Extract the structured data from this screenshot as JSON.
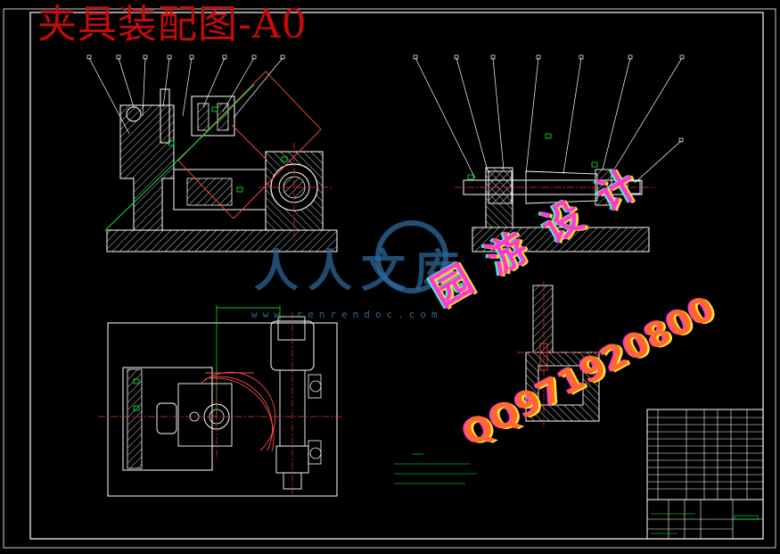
{
  "drawing": {
    "title": "夹具装配图-A0"
  },
  "watermark": {
    "brand": "人人文库",
    "url": "www.renrendoc.com"
  },
  "stamp": {
    "line1": "园 游 设 计",
    "line2": "QQ971920800"
  },
  "colors": {
    "background": "#000000",
    "frame": "#ffffff",
    "title": "#c40c0c",
    "part_outline": "#ffffff",
    "hatch": "#ffffff",
    "center_line": "#ff2a2a",
    "section_lines": "#ff4a4a",
    "dimension": "#00ff3c",
    "watermark": "#2f6a9e"
  }
}
